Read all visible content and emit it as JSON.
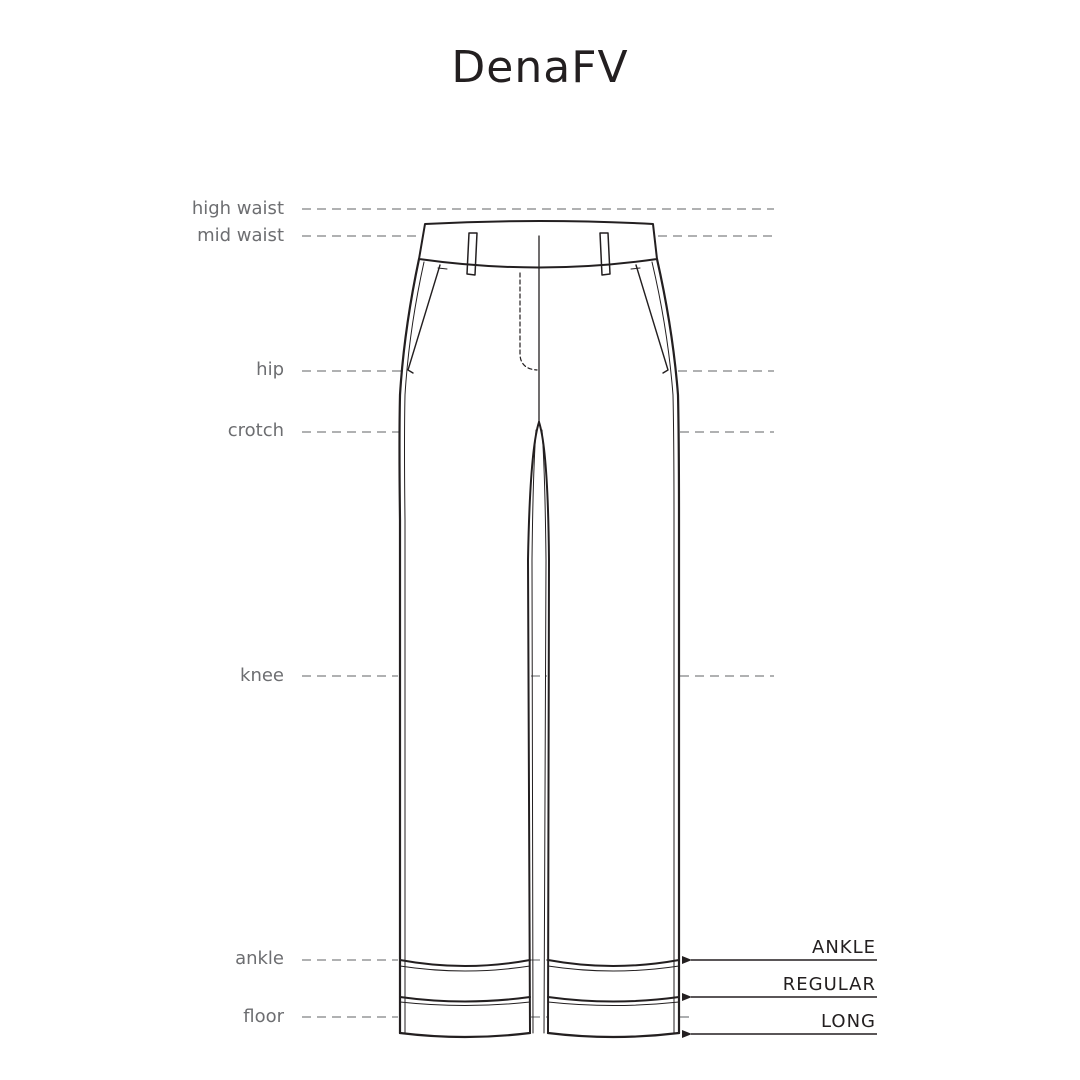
{
  "title": "DenaFV",
  "measure_lines": [
    {
      "id": "high-waist",
      "label": "high waist"
    },
    {
      "id": "mid-waist",
      "label": "mid waist"
    },
    {
      "id": "hip",
      "label": "hip"
    },
    {
      "id": "crotch",
      "label": "crotch"
    },
    {
      "id": "knee",
      "label": "knee"
    },
    {
      "id": "ankle",
      "label": "ankle"
    },
    {
      "id": "floor",
      "label": "floor"
    }
  ],
  "lengths": [
    {
      "id": "ankle",
      "label": "ANKLE"
    },
    {
      "id": "regular",
      "label": "REGULAR"
    },
    {
      "id": "long",
      "label": "LONG"
    }
  ],
  "colors": {
    "ink": "#231f20",
    "label_grey": "#6d6e71",
    "dash_grey": "#808285"
  }
}
